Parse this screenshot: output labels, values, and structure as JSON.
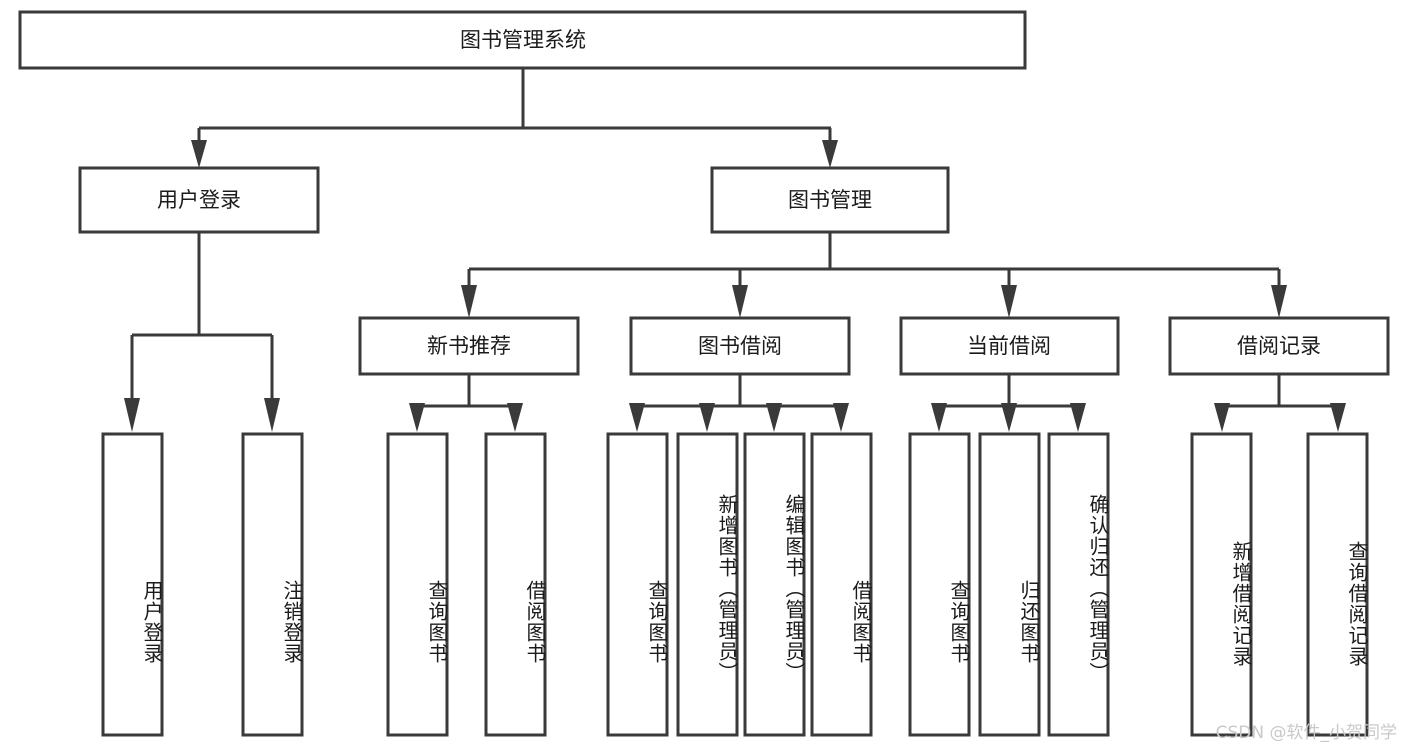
{
  "diagram": {
    "title_node": {
      "label": "图书管理系统"
    },
    "level2": [
      {
        "id": "user-login",
        "label": "用户登录"
      },
      {
        "id": "book-manage",
        "label": "图书管理"
      }
    ],
    "level3": [
      {
        "id": "new-book-recommend",
        "label": "新书推荐"
      },
      {
        "id": "book-borrow",
        "label": "图书借阅"
      },
      {
        "id": "current-borrow",
        "label": "当前借阅"
      },
      {
        "id": "borrow-record",
        "label": "借阅记录"
      }
    ],
    "leaves": {
      "user_login": [
        {
          "id": "leaf-user-login",
          "label": "用户登录"
        },
        {
          "id": "leaf-logout-login",
          "label": "注销登录"
        }
      ],
      "new_book_recommend": [
        {
          "id": "leaf-query-book-1",
          "label": "查询图书"
        },
        {
          "id": "leaf-borrow-book-1",
          "label": "借阅图书"
        }
      ],
      "book_borrow": [
        {
          "id": "leaf-query-book-2",
          "label": "查询图书"
        },
        {
          "id": "leaf-add-book",
          "label": "新增图书（管理员）"
        },
        {
          "id": "leaf-edit-book",
          "label": "编辑图书（管理员）"
        },
        {
          "id": "leaf-borrow-book-2",
          "label": "借阅图书"
        }
      ],
      "current_borrow": [
        {
          "id": "leaf-query-book-3",
          "label": "查询图书"
        },
        {
          "id": "leaf-return-book",
          "label": "归还图书"
        },
        {
          "id": "leaf-confirm-return",
          "label": "确认归还（管理员）"
        }
      ],
      "borrow_record": [
        {
          "id": "leaf-add-borrow-record",
          "label": "新增借阅记录"
        },
        {
          "id": "leaf-query-borrow-record",
          "label": "查询借阅记录"
        }
      ]
    }
  },
  "watermark": {
    "text": "CSDN @软件_小贺同学"
  },
  "colors": {
    "box_stroke": "#3a3a3a",
    "box_fill": "#ffffff",
    "text": "#1b1b1b",
    "watermark": "#c9c9c9",
    "background": "#ffffff"
  }
}
